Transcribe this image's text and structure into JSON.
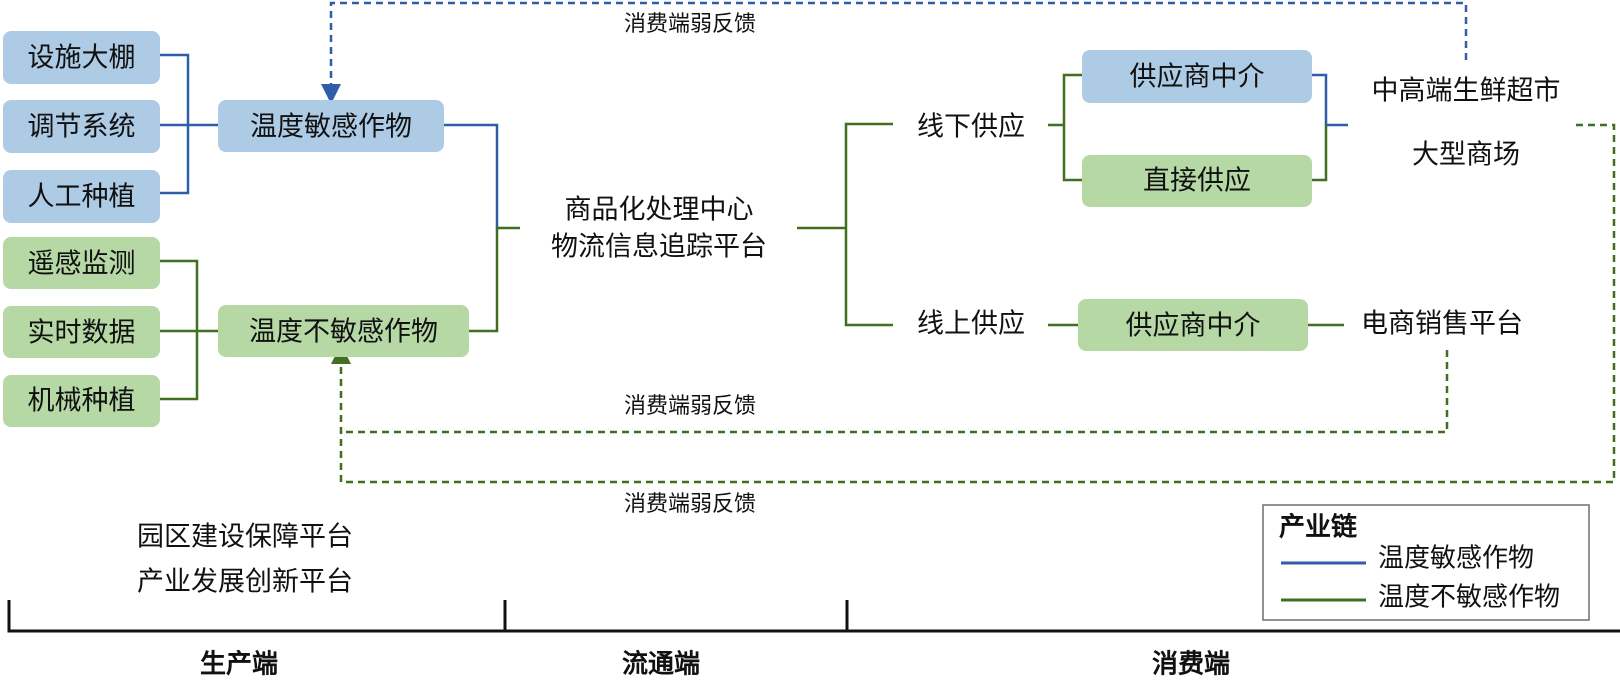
{
  "colors": {
    "blue_line": "#2f5da8",
    "green_line": "#3f6f1f",
    "blue_box": "#aecbe6",
    "green_box": "#b5d8a5",
    "text": "#111111"
  },
  "production": {
    "sensitive_inputs": [
      "设施大棚",
      "调节系统",
      "人工种植"
    ],
    "insensitive_inputs": [
      "遥感监测",
      "实时数据",
      "机械种植"
    ],
    "sensitive_crop": "温度敏感作物",
    "insensitive_crop": "温度不敏感作物",
    "platforms": [
      "园区建设保障平台",
      "产业发展创新平台"
    ]
  },
  "circulation": {
    "center_lines": [
      "商品化处理中心",
      "物流信息追踪平台"
    ]
  },
  "consumption": {
    "offline_label": "线下供应",
    "online_label": "线上供应",
    "offline_supplier_agent": "供应商中介",
    "offline_direct": "直接供应",
    "online_supplier_agent": "供应商中介",
    "offline_destinations": [
      "中高端生鲜超市",
      "大型商场"
    ],
    "online_destination": "电商销售平台"
  },
  "feedback": {
    "top": "消费端弱反馈",
    "middle": "消费端弱反馈",
    "bottom": "消费端弱反馈"
  },
  "sections": [
    "生产端",
    "流通端",
    "消费端"
  ],
  "legend": {
    "title": "产业链",
    "items": [
      {
        "label": "温度敏感作物",
        "color": "#2f5da8"
      },
      {
        "label": "温度不敏感作物",
        "color": "#3f6f1f"
      }
    ]
  }
}
